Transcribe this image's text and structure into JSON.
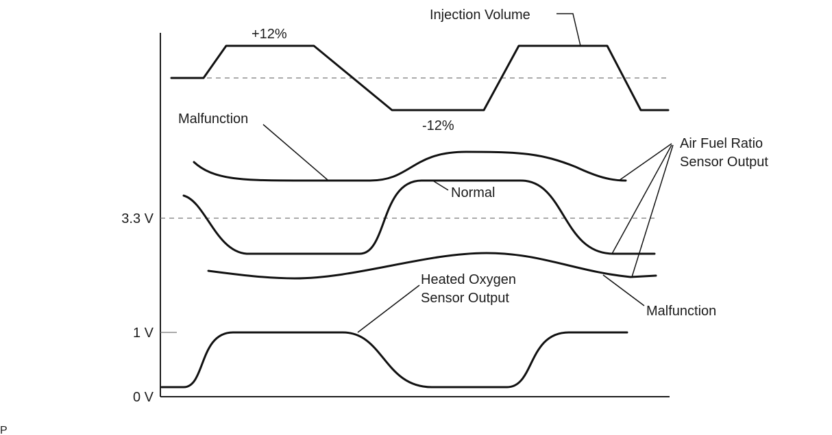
{
  "labels": {
    "injection_volume": "Injection Volume",
    "plus12": "+12%",
    "minus12": "-12%",
    "malfunction_top": "Malfunction",
    "afr_line1": "Air Fuel Ratio",
    "afr_line2": "Sensor Output",
    "normal": "Normal",
    "malfunction_bottom": "Malfunction",
    "ho2_line1": "Heated Oxygen",
    "ho2_line2": "Sensor Output",
    "corner_letter": "P"
  },
  "y_axis": {
    "v33": "3.3 V",
    "v1": "1 V",
    "v0": "0 V"
  }
}
